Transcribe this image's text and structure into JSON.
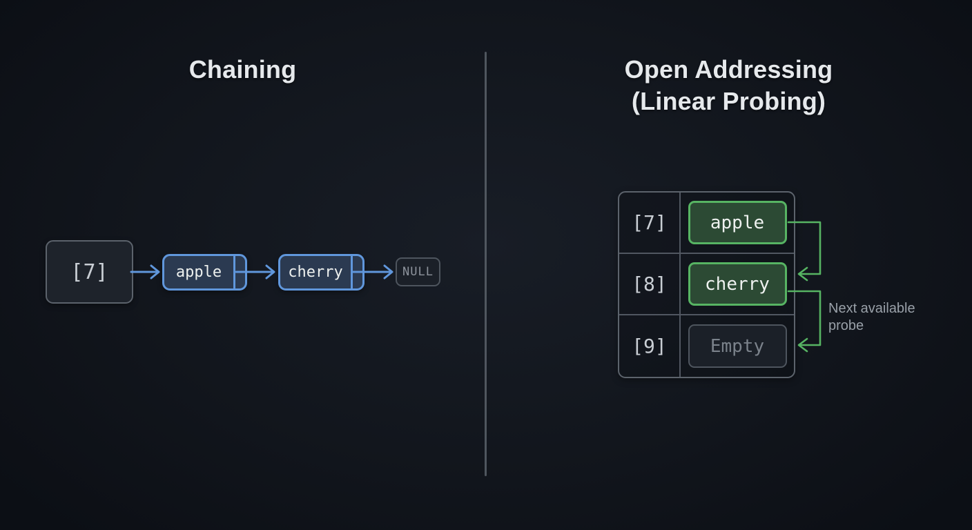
{
  "colors": {
    "background": "#12161d",
    "panel_divider": "#5a616a",
    "box_gray_border": "#5c636c",
    "box_gray_fill": "#1e232b",
    "blue": "#6097dc",
    "blue_fill": "#2b3a51",
    "green": "#57b463",
    "green_fill": "#2c4a34",
    "empty_border": "#4e555e",
    "empty_fill": "#1b2028",
    "muted_text": "#8d939c",
    "annotation_text": "#99a0a8",
    "index_text": "#c9ced4",
    "title_text": "#e6e9ec",
    "value_text": "#eef1ef"
  },
  "left": {
    "title": "Chaining",
    "bucket_label": "[7]",
    "nodes": [
      {
        "label": "apple"
      },
      {
        "label": "cherry"
      }
    ],
    "terminator": "NULL"
  },
  "right": {
    "title_line1": "Open Addressing",
    "title_line2": "(Linear Probing)",
    "table": {
      "rows": [
        {
          "index": "[7]",
          "value": "apple",
          "state": "filled"
        },
        {
          "index": "[8]",
          "value": "cherry",
          "state": "filled"
        },
        {
          "index": "[9]",
          "value": "Empty",
          "state": "empty"
        }
      ]
    },
    "annotation_line1": "Next available",
    "annotation_line2": "probe"
  }
}
